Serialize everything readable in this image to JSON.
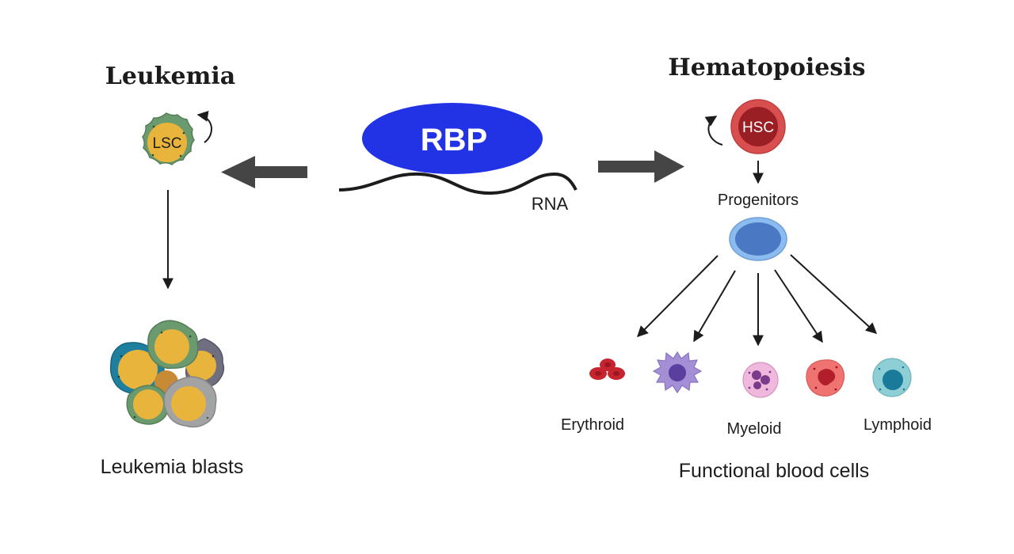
{
  "left": {
    "title": "Leukemia",
    "stem_cell_label": "LSC",
    "caption": "Leukemia blasts"
  },
  "center": {
    "protein_label": "RBP",
    "rna_label": "RNA",
    "protein_color": "#2233e6"
  },
  "right": {
    "title": "Hematopoiesis",
    "stem_cell_label": "HSC",
    "progenitor_label": "Progenitors",
    "cell_labels": [
      "Erythroid",
      "Myeloid",
      "Lymphoid"
    ],
    "caption": "Functional blood cells"
  },
  "colors": {
    "arrow": "#454545",
    "lsc_outer": "#6a9a6e",
    "lsc_inner": "#e9b43b",
    "hsc_outer": "#d94f4f",
    "hsc_inner": "#9a1f24",
    "progenitor_outer": "#8cbcef",
    "progenitor_inner": "#4a78c2"
  }
}
